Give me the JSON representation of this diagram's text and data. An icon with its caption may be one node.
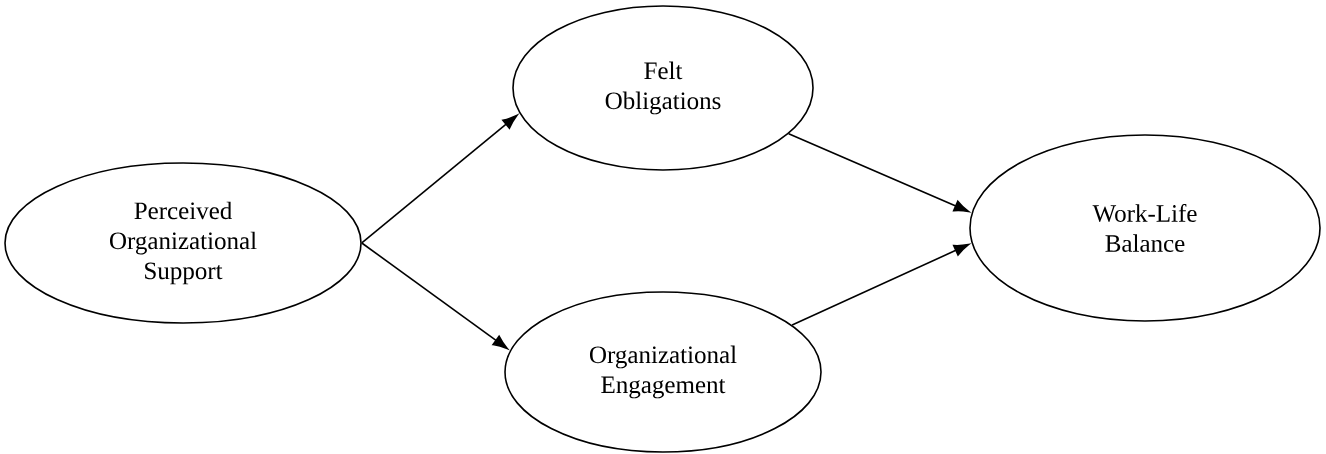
{
  "diagram": {
    "nodes": [
      {
        "text": [
          "Perceived Organizational Support"
        ]
      },
      {
        "text": [
          "Felt Obligations"
        ]
      },
      {
        "text": [
          "Organizational Engagement"
        ]
      },
      {
        "text": [
          "Work-Life Balance"
        ]
      }
    ],
    "edges": [
      {
        "from": 0,
        "to": 1,
        "arrow": "to"
      },
      {
        "from": 0,
        "to": 2,
        "arrow": "to"
      },
      {
        "from": 1,
        "to": 3,
        "arrow": "to"
      },
      {
        "from": 2,
        "to": 3,
        "arrow": "to"
      }
    ]
  }
}
